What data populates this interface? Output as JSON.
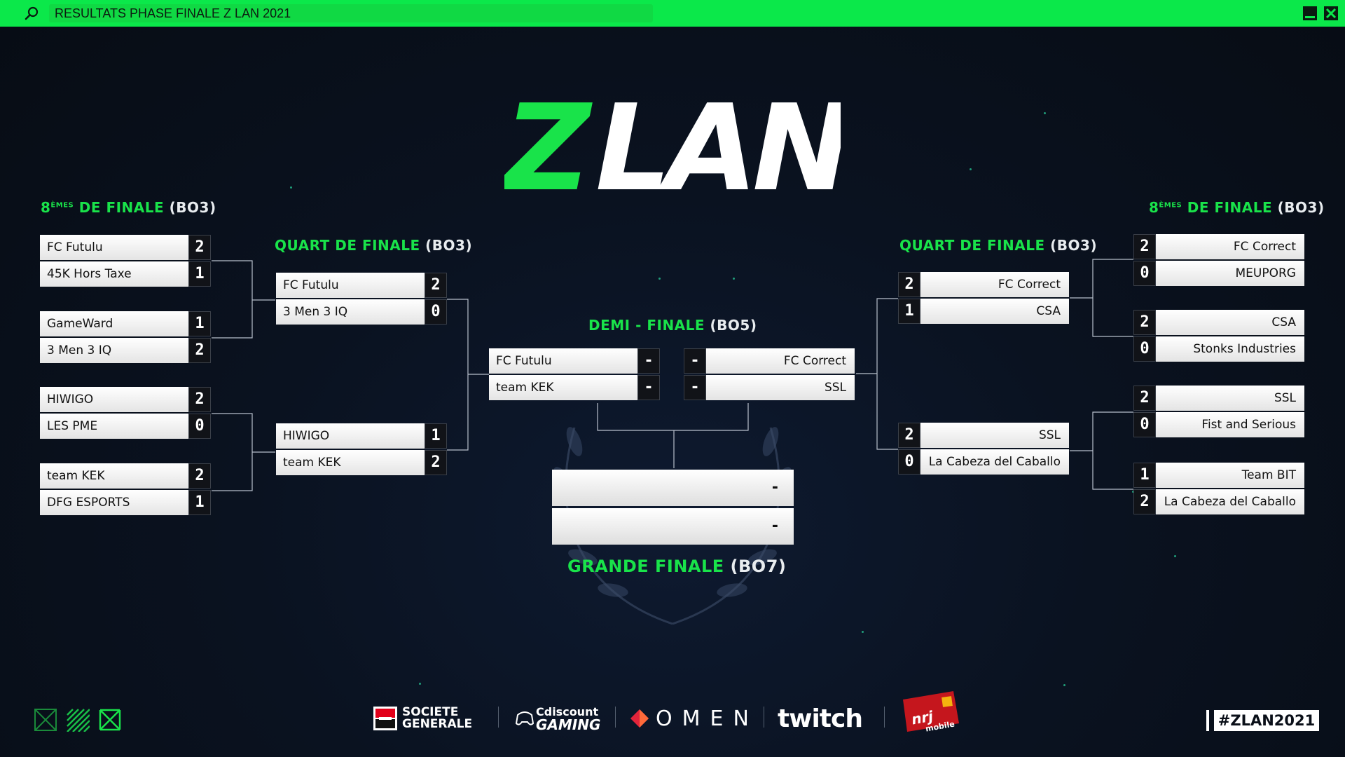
{
  "search": {
    "value": "RESULTATS PHASE FINALE Z LAN 2021"
  },
  "logo": {
    "text_green": "Z",
    "text_white": "LAN"
  },
  "headings": {
    "r16_left": {
      "prefix": "8",
      "sup": "ÈMES",
      "green": "DE FINALE",
      "white": "(BO3)"
    },
    "r16_right": {
      "prefix": "8",
      "sup": "ÈMES",
      "green": "DE FINALE",
      "white": "(BO3)"
    },
    "qf_left": {
      "green": "QUART DE FINALE",
      "white": "(BO3)"
    },
    "qf_right": {
      "green": "QUART DE FINALE",
      "white": "(BO3)"
    },
    "semi": {
      "green": "DEMI - FINALE",
      "white": "(BO5)"
    },
    "final": {
      "green": "GRANDE FINALE",
      "white": "(BO7)"
    }
  },
  "r16_left": [
    {
      "team": "FC Futulu",
      "score": "2"
    },
    {
      "team": "45K Hors Taxe",
      "score": "1"
    },
    {
      "team": "GameWard",
      "score": "1"
    },
    {
      "team": "3 Men 3 IQ",
      "score": "2"
    },
    {
      "team": "HIWIGO",
      "score": "2"
    },
    {
      "team": "LES PME",
      "score": "0"
    },
    {
      "team": "team KEK",
      "score": "2"
    },
    {
      "team": "DFG ESPORTS",
      "score": "1"
    }
  ],
  "qf_left": [
    {
      "team": "FC Futulu",
      "score": "2"
    },
    {
      "team": "3 Men 3 IQ",
      "score": "0"
    },
    {
      "team": "HIWIGO",
      "score": "1"
    },
    {
      "team": "team KEK",
      "score": "2"
    }
  ],
  "semi_left": [
    {
      "team": "FC Futulu",
      "score": "-"
    },
    {
      "team": "team KEK",
      "score": "-"
    }
  ],
  "semi_right": [
    {
      "team": "FC Correct",
      "score": "-"
    },
    {
      "team": "SSL",
      "score": "-"
    }
  ],
  "qf_right": [
    {
      "team": "FC Correct",
      "score": "2"
    },
    {
      "team": "CSA",
      "score": "1"
    },
    {
      "team": "SSL",
      "score": "2"
    },
    {
      "team": "La Cabeza del Caballo",
      "score": "0"
    }
  ],
  "r16_right": [
    {
      "team": "FC Correct",
      "score": "2"
    },
    {
      "team": "MEUPORG",
      "score": "0"
    },
    {
      "team": "CSA",
      "score": "2"
    },
    {
      "team": "Stonks Industries",
      "score": "0"
    },
    {
      "team": "SSL",
      "score": "2"
    },
    {
      "team": "Fist and Serious",
      "score": "0"
    },
    {
      "team": "Team BIT",
      "score": "1"
    },
    {
      "team": "La Cabeza del Caballo",
      "score": "2"
    }
  ],
  "final": [
    {
      "score": "-"
    },
    {
      "score": "-"
    }
  ],
  "sponsors": {
    "sg_line1": "SOCIETE",
    "sg_line2": "GENERALE",
    "cd_line1": "Cdiscount",
    "cd_line2": "GAMING",
    "omen": "OMEN",
    "twitch": "twitch",
    "nrj": "nrj",
    "nrj_sub": "mobile"
  },
  "hashtag": "#ZLAN2021",
  "colors": {
    "accent": "#19e34a",
    "topbar": "#0be84a",
    "background": "#0a1220"
  },
  "icons": [
    "search-icon",
    "minimize-icon",
    "close-icon",
    "crossed-box-icon",
    "striped-box-icon",
    "bowtie-icon",
    "laurel-icon"
  ]
}
